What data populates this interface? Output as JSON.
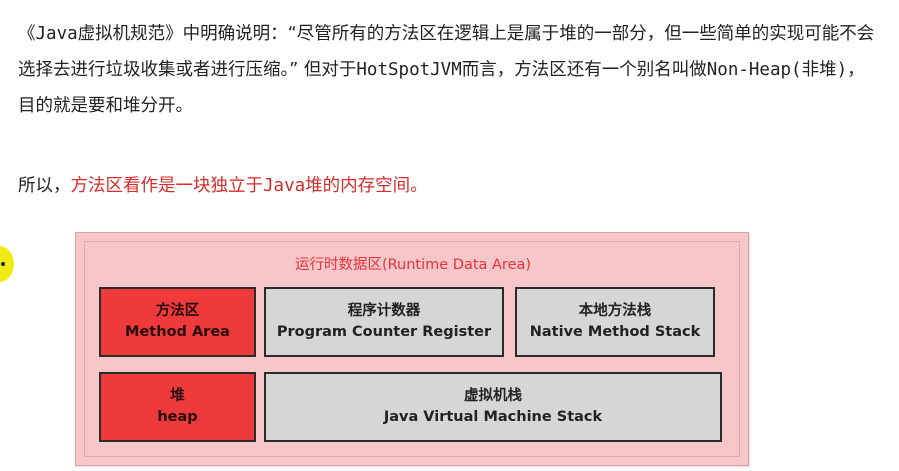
{
  "paragraph1": {
    "seg1": "《",
    "seg2": "Java",
    "seg3": "虚拟机规范》中明确说明：“尽管所有的方法区在逻辑上是属于堆的一部分，但一些简单的实现可能不会选择去进行垃圾收集或者进行压缩。”  但对于",
    "seg4": "HotSpotJVM",
    "seg5": "而言，方法区还有一个别名叫做",
    "seg6": "Non-Heap(",
    "seg7": "非堆",
    "seg8": ")",
    "seg9": "，目的就是要和堆分开。"
  },
  "paragraph2": {
    "prefix": "所以，",
    "highlight_a": "方法区看作是一块独立于",
    "highlight_mono": "Java",
    "highlight_b": "堆的内存空间。"
  },
  "diagram": {
    "title": "运行时数据区(Runtime Data Area)",
    "method_area": {
      "cn": "方法区",
      "en": "Method Area"
    },
    "pc_register": {
      "cn": "程序计数器",
      "en": "Program Counter Register"
    },
    "native_stack": {
      "cn": "本地方法栈",
      "en": "Native Method Stack"
    },
    "heap": {
      "cn": "堆",
      "en": "heap"
    },
    "jvm_stack": {
      "cn": "虚拟机栈",
      "en": "Java Virtual Machine Stack"
    }
  },
  "colors": {
    "area_background": "#f6c6c9",
    "area_title": "#e8323a",
    "red_box": "#ee3a3a",
    "gray_box": "#d6d6d6",
    "highlight_text": "#d92b2b"
  }
}
